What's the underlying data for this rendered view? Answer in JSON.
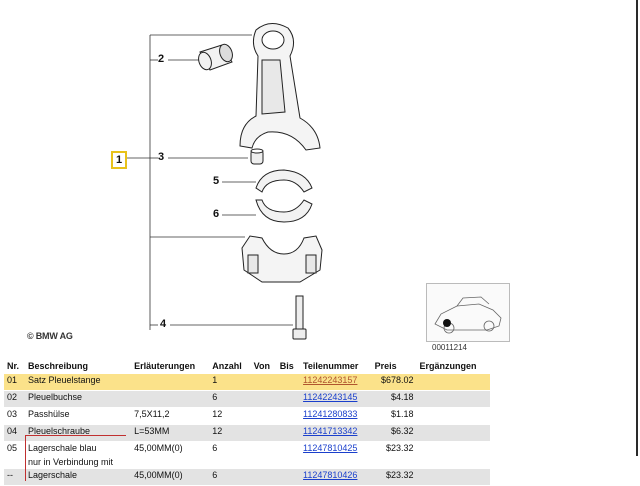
{
  "diagram": {
    "callouts": [
      "1",
      "2",
      "3",
      "4",
      "5",
      "6"
    ],
    "copyright": "© BMW AG",
    "thumbnail_code": "00011214"
  },
  "table": {
    "headers": [
      "Nr.",
      "Beschreibung",
      "Erläuterungen",
      "Anzahl",
      "Von",
      "Bis",
      "Teilenummer",
      "Preis",
      "Ergänzungen"
    ],
    "rows": [
      {
        "nr": "01",
        "desc": "Satz Pleuelstange",
        "note": "",
        "qty": "1",
        "partno": "11242243157",
        "price": "$678.02",
        "selected": true
      },
      {
        "nr": "02",
        "desc": "Pleuelbuchse",
        "note": "",
        "qty": "6",
        "partno": "11242243145",
        "price": "$4.18"
      },
      {
        "nr": "03",
        "desc": "Passhülse",
        "note": "7,5X11,2",
        "qty": "12",
        "partno": "11241280833",
        "price": "$1.18"
      },
      {
        "nr": "04",
        "desc": "Pleuelschraube",
        "note": "L=53MM",
        "qty": "12",
        "partno": "11241713342",
        "price": "$6.32"
      },
      {
        "nr": "05",
        "desc": "Lagerschale blau",
        "desc2": "nur in Verbindung mit",
        "note": "45,00MM(0)",
        "qty": "6",
        "partno": "11247810425",
        "price": "$23.32"
      },
      {
        "nr": "--",
        "desc": "Lagerschale",
        "note": "45,00MM(0)",
        "qty": "6",
        "partno": "11247810426",
        "price": "$23.32"
      }
    ]
  },
  "colors": {
    "selected_row": "#fbe28a",
    "alt_row": "#e3e3e3",
    "link": "#1a3fcc",
    "highlight_border": "#e8c21a"
  }
}
